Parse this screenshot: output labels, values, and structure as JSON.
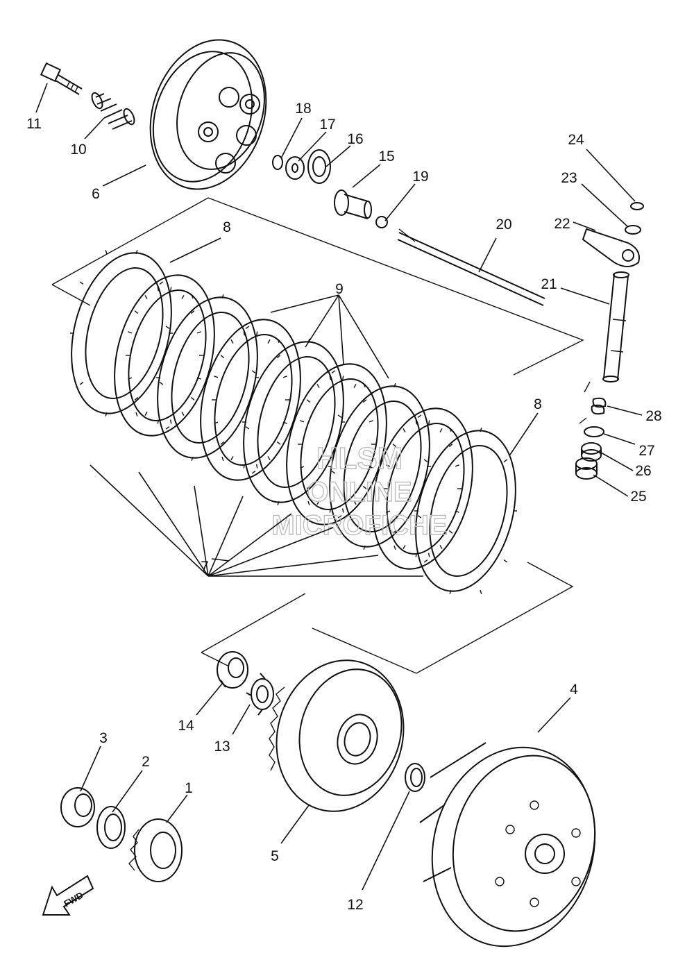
{
  "diagram": {
    "callouts": [
      "1",
      "2",
      "3",
      "4",
      "5",
      "6",
      "7",
      "8",
      "8",
      "9",
      "10",
      "11",
      "12",
      "13",
      "14",
      "15",
      "16",
      "17",
      "18",
      "19",
      "20",
      "21",
      "22",
      "23",
      "24",
      "25",
      "26",
      "27",
      "28"
    ],
    "watermark": [
      "HLSM",
      "ONLINE",
      "MICROFICHE"
    ],
    "fwd_label": "FWD"
  }
}
